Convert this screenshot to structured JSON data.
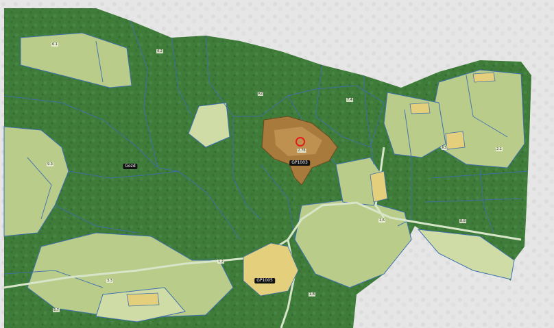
{
  "map": {
    "colors": {
      "forest": "#3f7c3a",
      "forest_dark": "#2f6a2c",
      "meadow": "#b9cc8a",
      "meadow_light": "#cfdca5",
      "parcel_line": "#3d6fae",
      "road": "#d7e6c8",
      "selected_parcel": "#a87a3c",
      "village": "#e4cf7c",
      "outside_mask": "#e6e6e6",
      "marker": "#e31b1b"
    },
    "marker": {
      "icon": "circle-marker-icon"
    },
    "labels": [
      {
        "text": "GP1003"
      },
      {
        "text": "GP1005"
      },
      {
        "text": "Gozd"
      }
    ],
    "tiny_labels": [
      {
        "text": "2.76"
      },
      {
        "text": "4.2"
      },
      {
        "text": "6.1"
      },
      {
        "text": "K2"
      },
      {
        "text": "9.3"
      },
      {
        "text": "3.3"
      },
      {
        "text": "5.7"
      },
      {
        "text": "1.2"
      },
      {
        "text": "K3"
      },
      {
        "text": "2.1"
      },
      {
        "text": "1.6"
      },
      {
        "text": "7.4"
      },
      {
        "text": "8.8"
      },
      {
        "text": "1.8"
      }
    ]
  }
}
